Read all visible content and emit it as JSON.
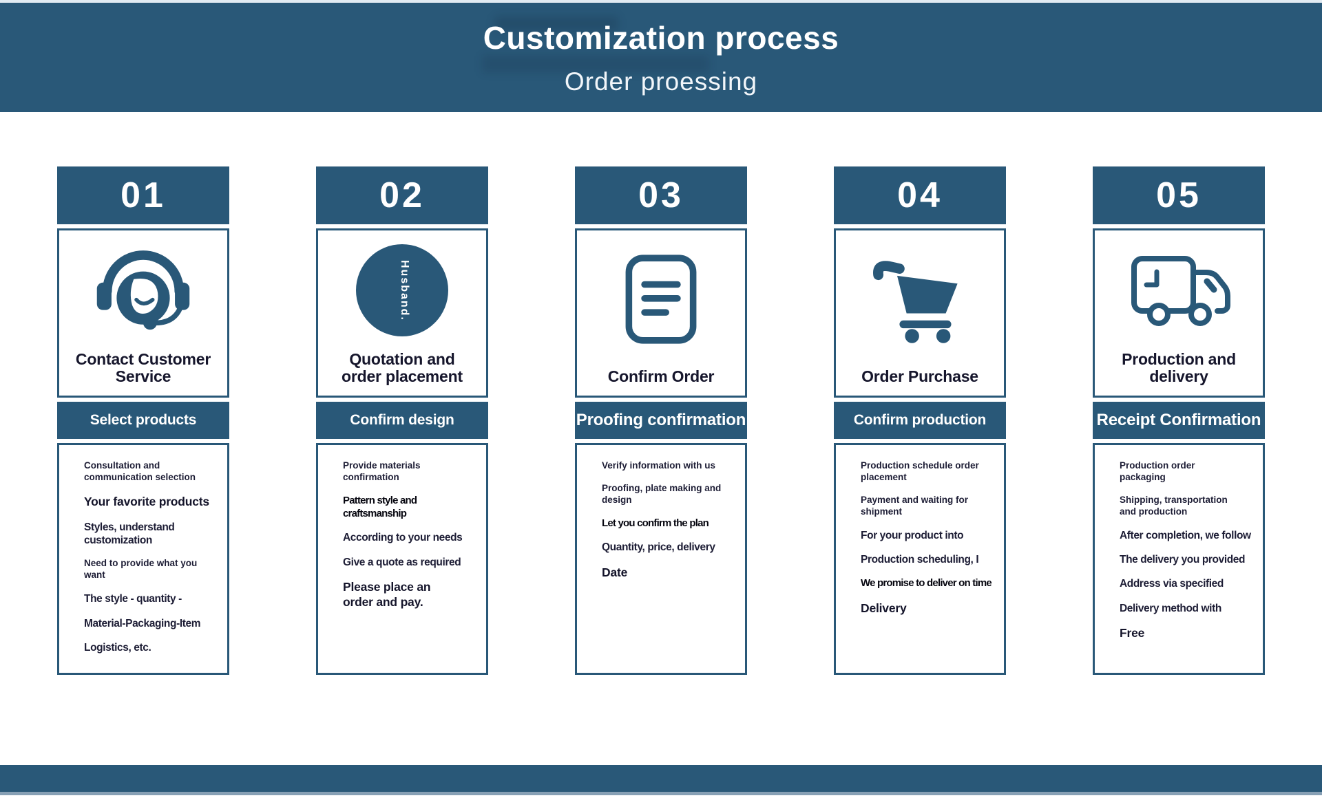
{
  "colors": {
    "primary": "#295878",
    "band_text": "#ffffff"
  },
  "banner": {
    "title": "Customization process",
    "subtitle": "Order proessing"
  },
  "columns": [
    {
      "number": "01",
      "icon": "customer-service-icon",
      "title": "Contact Customer\nService",
      "subheader": "Select products",
      "subheader_large": false,
      "items": [
        {
          "text": "Consultation and\ncommunication selection",
          "size": "sm"
        },
        {
          "text": "Your favorite products",
          "size": "lg"
        },
        {
          "text": "Styles, understand\ncustomization",
          "size": "md"
        },
        {
          "text": "Need to provide what you\nwant",
          "size": "sm"
        },
        {
          "text": "The style - quantity -",
          "size": "md"
        },
        {
          "text": "Material-Packaging-Item",
          "size": "md"
        },
        {
          "text": "Logistics, etc.",
          "size": "md"
        }
      ]
    },
    {
      "number": "02",
      "icon": "quotation-circle-icon",
      "circle_text": "Husband.",
      "title": "Quotation and\norder placement",
      "subheader": "Confirm design",
      "subheader_large": false,
      "items": [
        {
          "text": "Provide materials\nconfirmation",
          "size": "sm"
        },
        {
          "text": "Pattern style and\ncraftsmanship",
          "size": "md",
          "emph": true
        },
        {
          "text": "According to your needs",
          "size": "md"
        },
        {
          "text": "Give a quote as required",
          "size": "md"
        },
        {
          "text": "Please place an\norder and pay.",
          "size": "lg"
        }
      ]
    },
    {
      "number": "03",
      "icon": "order-document-icon",
      "title": "Confirm Order",
      "subheader": "Proofing confirmation",
      "subheader_large": true,
      "items": [
        {
          "text": "Verify information with us",
          "size": "sm"
        },
        {
          "text": "Proofing, plate making and\ndesign",
          "size": "sm"
        },
        {
          "text": "Let you confirm the plan",
          "size": "md",
          "emph": true
        },
        {
          "text": "Quantity, price, delivery",
          "size": "md"
        },
        {
          "text": "Date",
          "size": "lg"
        }
      ]
    },
    {
      "number": "04",
      "icon": "shopping-cart-icon",
      "title": "Order Purchase",
      "subheader": "Confirm production",
      "subheader_large": false,
      "items": [
        {
          "text": "Production schedule order\nplacement",
          "size": "sm"
        },
        {
          "text": "Payment and waiting for\nshipment",
          "size": "sm"
        },
        {
          "text": "For your product into",
          "size": "md"
        },
        {
          "text": "Production scheduling, I",
          "size": "md"
        },
        {
          "text": "We promise to deliver on time",
          "size": "md",
          "emph": true
        },
        {
          "text": "Delivery",
          "size": "lg"
        }
      ]
    },
    {
      "number": "05",
      "icon": "delivery-truck-icon",
      "title": "Production and\ndelivery",
      "subheader": "Receipt Confirmation",
      "subheader_large": true,
      "items": [
        {
          "text": "Production order\npackaging",
          "size": "sm"
        },
        {
          "text": "Shipping, transportation\nand production",
          "size": "sm"
        },
        {
          "text": "After completion, we follow",
          "size": "md"
        },
        {
          "text": "The delivery you provided",
          "size": "md"
        },
        {
          "text": "Address via specified",
          "size": "md"
        },
        {
          "text": "Delivery method with",
          "size": "md"
        },
        {
          "text": "Free",
          "size": "lg"
        }
      ]
    }
  ]
}
